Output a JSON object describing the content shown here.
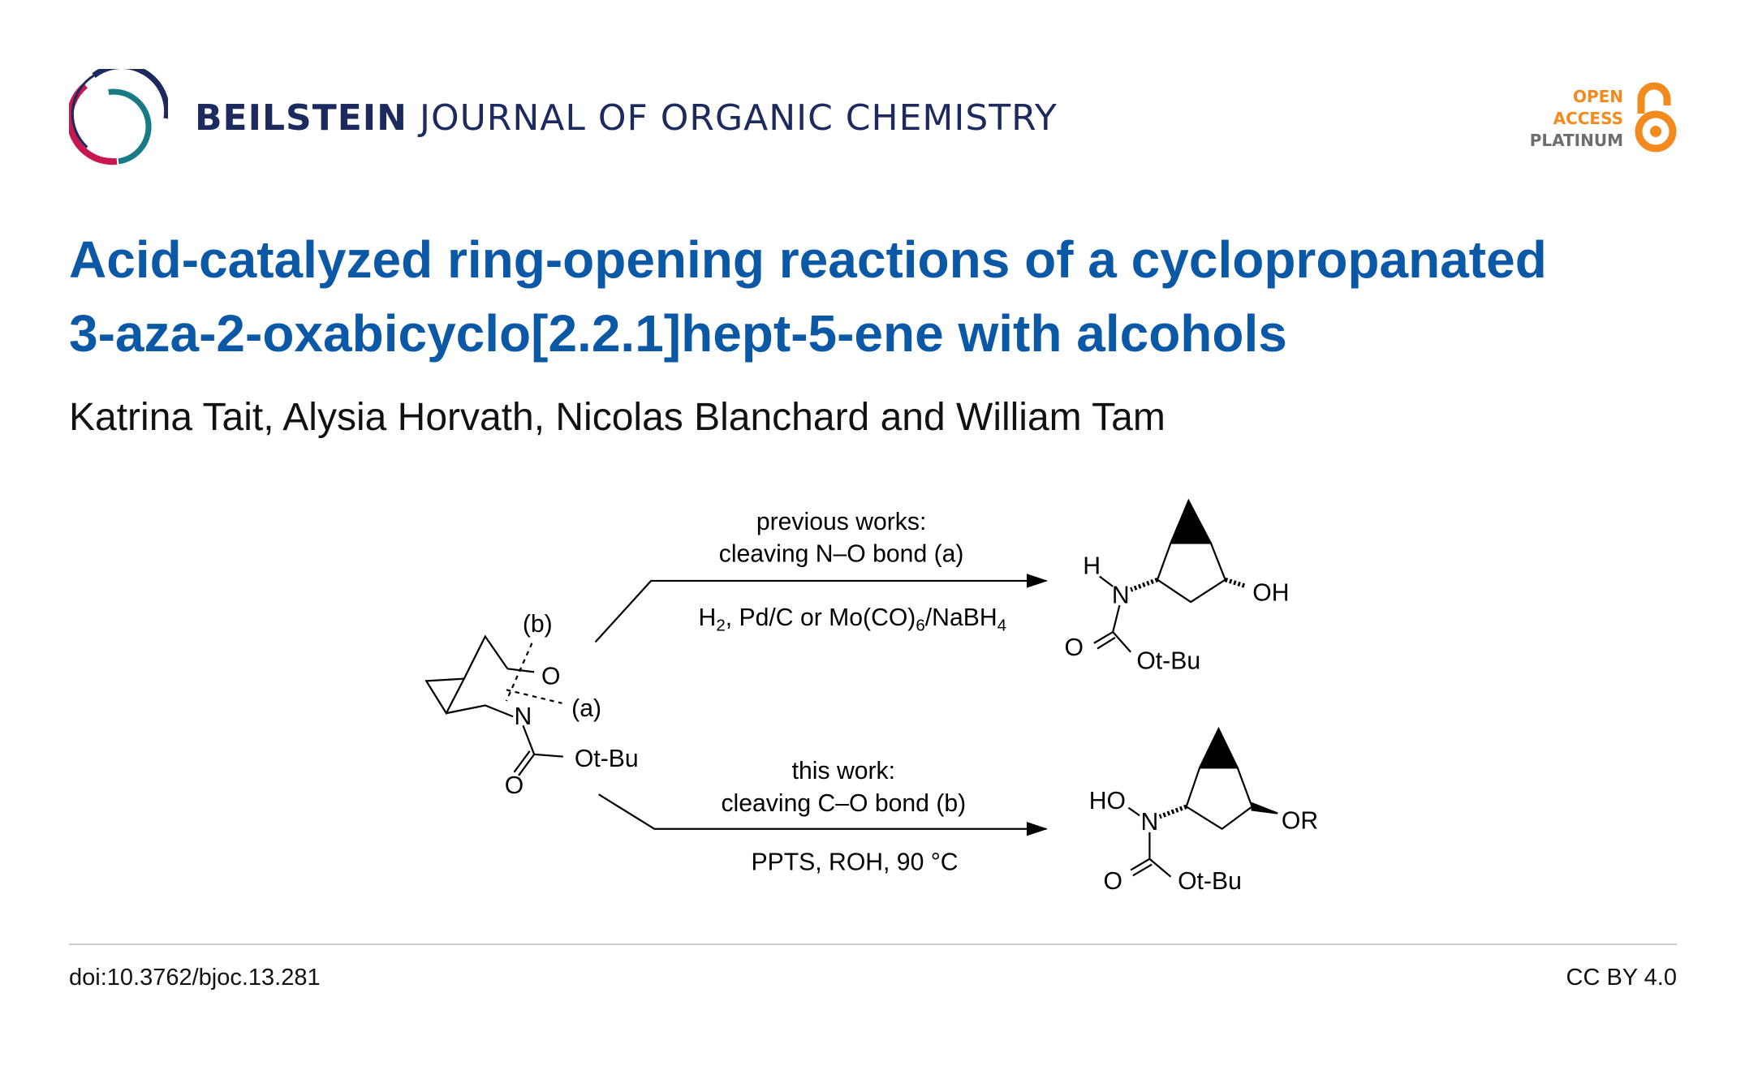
{
  "header": {
    "journal_bold": "BEILSTEIN",
    "journal_rest": "JOURNAL OF ORGANIC CHEMISTRY",
    "badge": {
      "line1": "OPEN",
      "line2": "ACCESS",
      "line3": "PLATINUM"
    }
  },
  "article": {
    "title_line1": "Acid-catalyzed ring-opening reactions of a cyclopropanated",
    "title_line2": "3-aza-2-oxabicyclo[2.2.1]hept-5-ene with alcohols",
    "authors": "Katrina Tait, Alysia Horvath, Nicolas Blanchard and William Tam"
  },
  "scheme": {
    "reactant": {
      "label_b": "(b)",
      "label_a": "(a)",
      "O": "O",
      "N": "N",
      "carbonyl_O": "O",
      "ester": "Ot-Bu"
    },
    "top": {
      "line1": "previous works:",
      "line2": "cleaving N–O bond (a)",
      "cond_h": "H",
      "cond_2": "2",
      "cond_mid": ", Pd/C or Mo(CO)",
      "cond_6": "6",
      "cond_nabh": "/NaBH",
      "cond_4": "4"
    },
    "bottom": {
      "line1": "this work:",
      "line2": "cleaving C–O bond (b)",
      "conditions": "PPTS, ROH, 90 °C"
    },
    "product1": {
      "H": "H",
      "N": "N",
      "OH": "OH",
      "O": "O",
      "ester": "Ot-Bu"
    },
    "product2": {
      "HO": "HO",
      "N": "N",
      "OR": "OR",
      "O": "O",
      "ester": "Ot-Bu"
    }
  },
  "footer": {
    "doi": "doi:10.3762/bjoc.13.281",
    "license": "CC BY 4.0"
  },
  "colors": {
    "title": "#0b59a6",
    "journal": "#1c2a5e",
    "orange": "#f28a1e",
    "crimson": "#c8184f",
    "teal": "#177a85"
  }
}
